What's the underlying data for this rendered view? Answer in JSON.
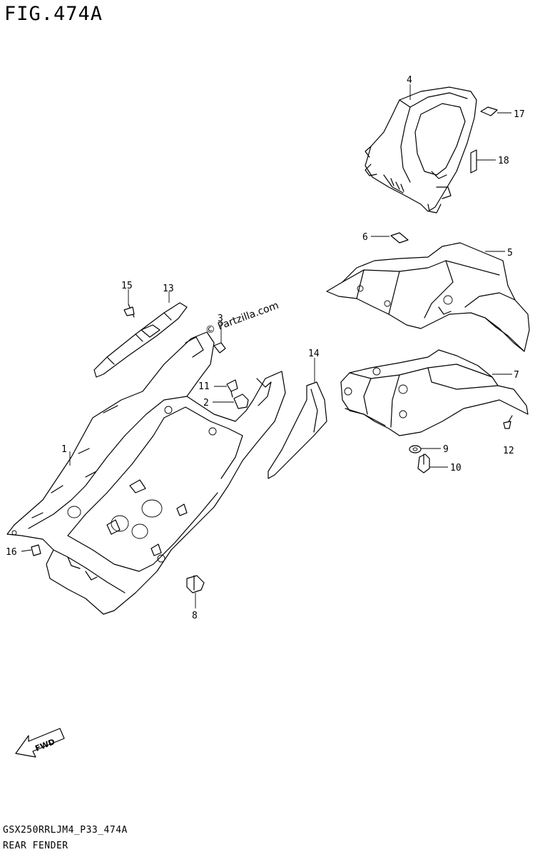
{
  "figure": {
    "title": "FIG.474A",
    "model_code": "GSX250RRLJM4_P33_474A",
    "section_name": "REAR FENDER",
    "watermark": "© Partzilla.com",
    "fwd_label": "FWD"
  },
  "callouts": [
    {
      "id": "4",
      "label": "4"
    },
    {
      "id": "17",
      "label": "17"
    },
    {
      "id": "18",
      "label": "18"
    },
    {
      "id": "6",
      "label": "6"
    },
    {
      "id": "5",
      "label": "5"
    },
    {
      "id": "15",
      "label": "15"
    },
    {
      "id": "13",
      "label": "13"
    },
    {
      "id": "3",
      "label": "3"
    },
    {
      "id": "14",
      "label": "14"
    },
    {
      "id": "11",
      "label": "11"
    },
    {
      "id": "7",
      "label": "7"
    },
    {
      "id": "2",
      "label": "2"
    },
    {
      "id": "1",
      "label": "1"
    },
    {
      "id": "9",
      "label": "9"
    },
    {
      "id": "10",
      "label": "10"
    },
    {
      "id": "12",
      "label": "12"
    },
    {
      "id": "16",
      "label": "16"
    },
    {
      "id": "8",
      "label": "8"
    }
  ]
}
